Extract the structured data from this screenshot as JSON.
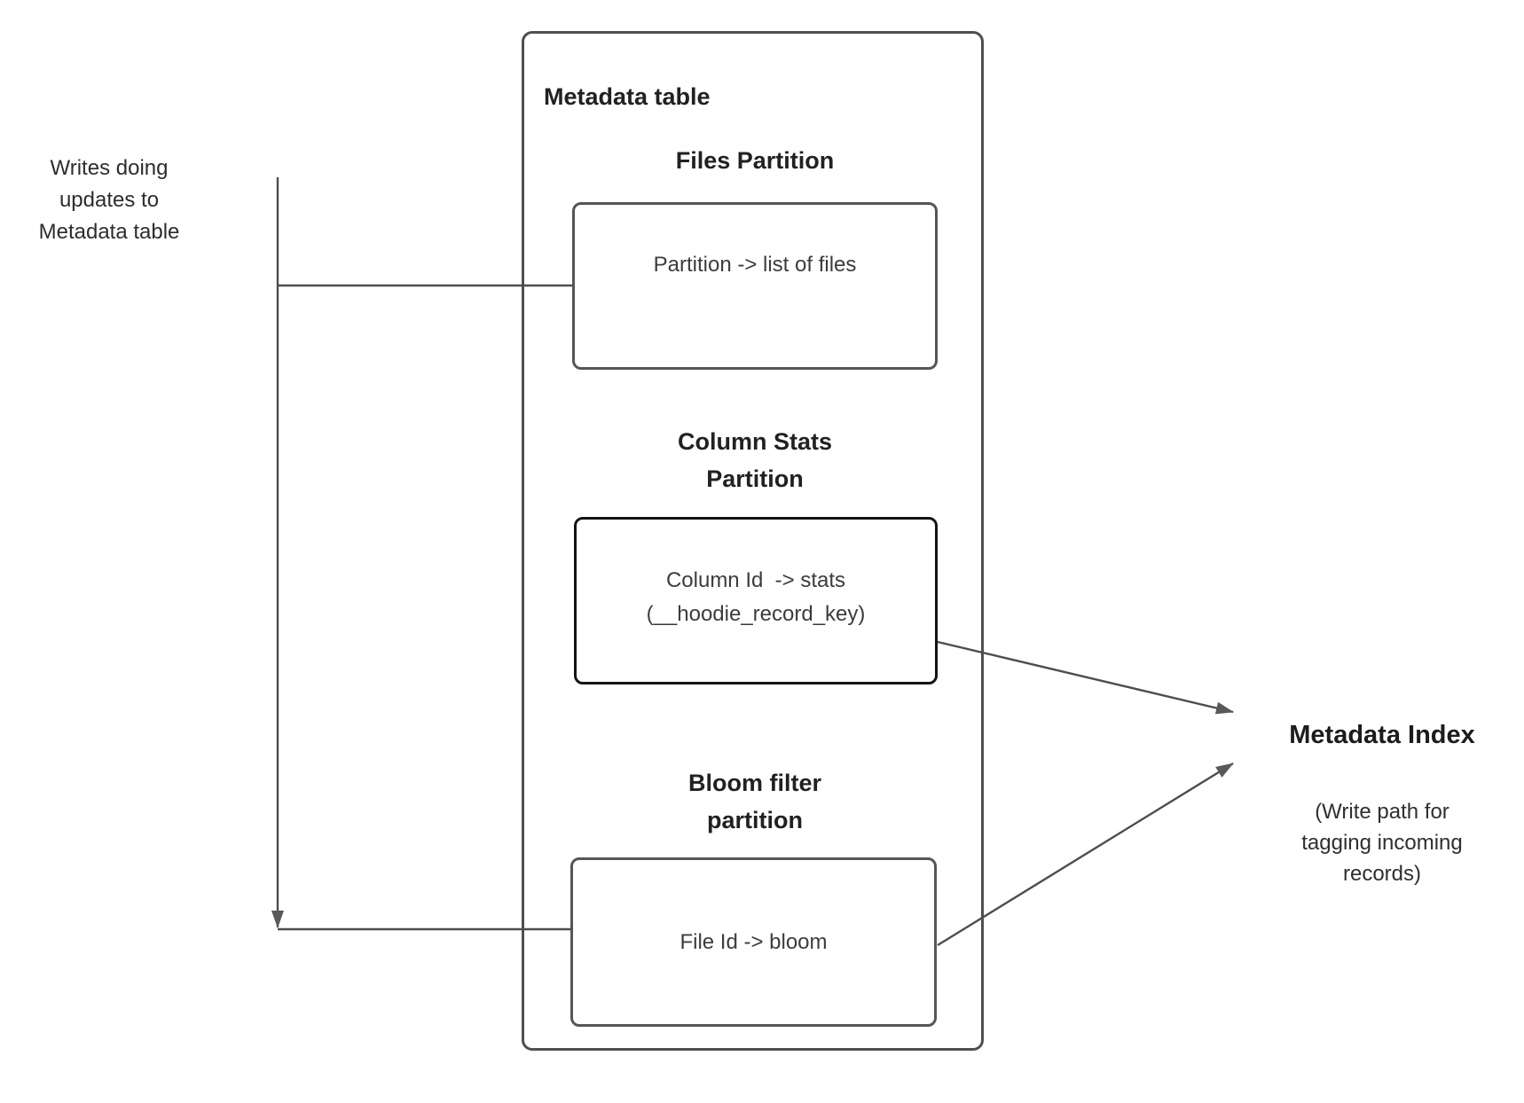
{
  "left_note": {
    "text": "Writes doing\nupdates to\nMetadata table"
  },
  "metadata_table": {
    "title": "Metadata table",
    "files_partition": {
      "heading": "Files Partition",
      "box_text": "Partition -> list of files"
    },
    "column_stats_partition": {
      "heading": "Column Stats\nPartition",
      "box_text": "Column Id  -> stats\n(__hoodie_record_key)"
    },
    "bloom_filter_partition": {
      "heading": "Bloom filter\npartition",
      "box_text": "File Id -> bloom"
    }
  },
  "metadata_index": {
    "title": "Metadata Index",
    "subtitle": "(Write path for\ntagging incoming\nrecords)"
  },
  "colors": {
    "connector_line": "#4d4d4d",
    "arrowhead": "#595959",
    "box_border": "#565656",
    "highlighted_box_border": "#141414",
    "text": "#262626"
  }
}
